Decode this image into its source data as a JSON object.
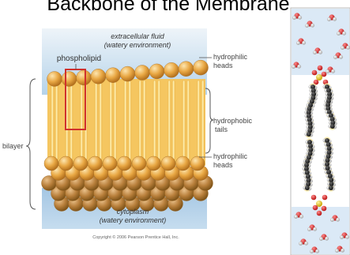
{
  "slide": {
    "title": "Backbone of the Membrane"
  },
  "diagram": {
    "extracellular_line1": "extracellular fluid",
    "extracellular_line2": "(watery environment)",
    "phospholipid": "phospholipid",
    "bilayer": "bilayer",
    "hydrophilic_heads_top_1": "hydrophilic",
    "hydrophilic_heads_top_2": "heads",
    "hydrophobic_tails_1": "hydrophobic",
    "hydrophobic_tails_2": "tails",
    "hydrophilic_heads_bottom_1": "hydrophilic",
    "hydrophilic_heads_bottom_2": "heads",
    "cytoplasm_line1": "cytoplasm",
    "cytoplasm_line2": "(watery environment)",
    "copyright": "Copyright © 2006 Pearson Prentice Hall, Inc.",
    "colors": {
      "fluid": "#a9cbe6",
      "head": "#e2a642",
      "tail": "#fbe28f",
      "highlight_box": "#d0312d"
    }
  },
  "molecular_model": {
    "description_visible": false
  }
}
